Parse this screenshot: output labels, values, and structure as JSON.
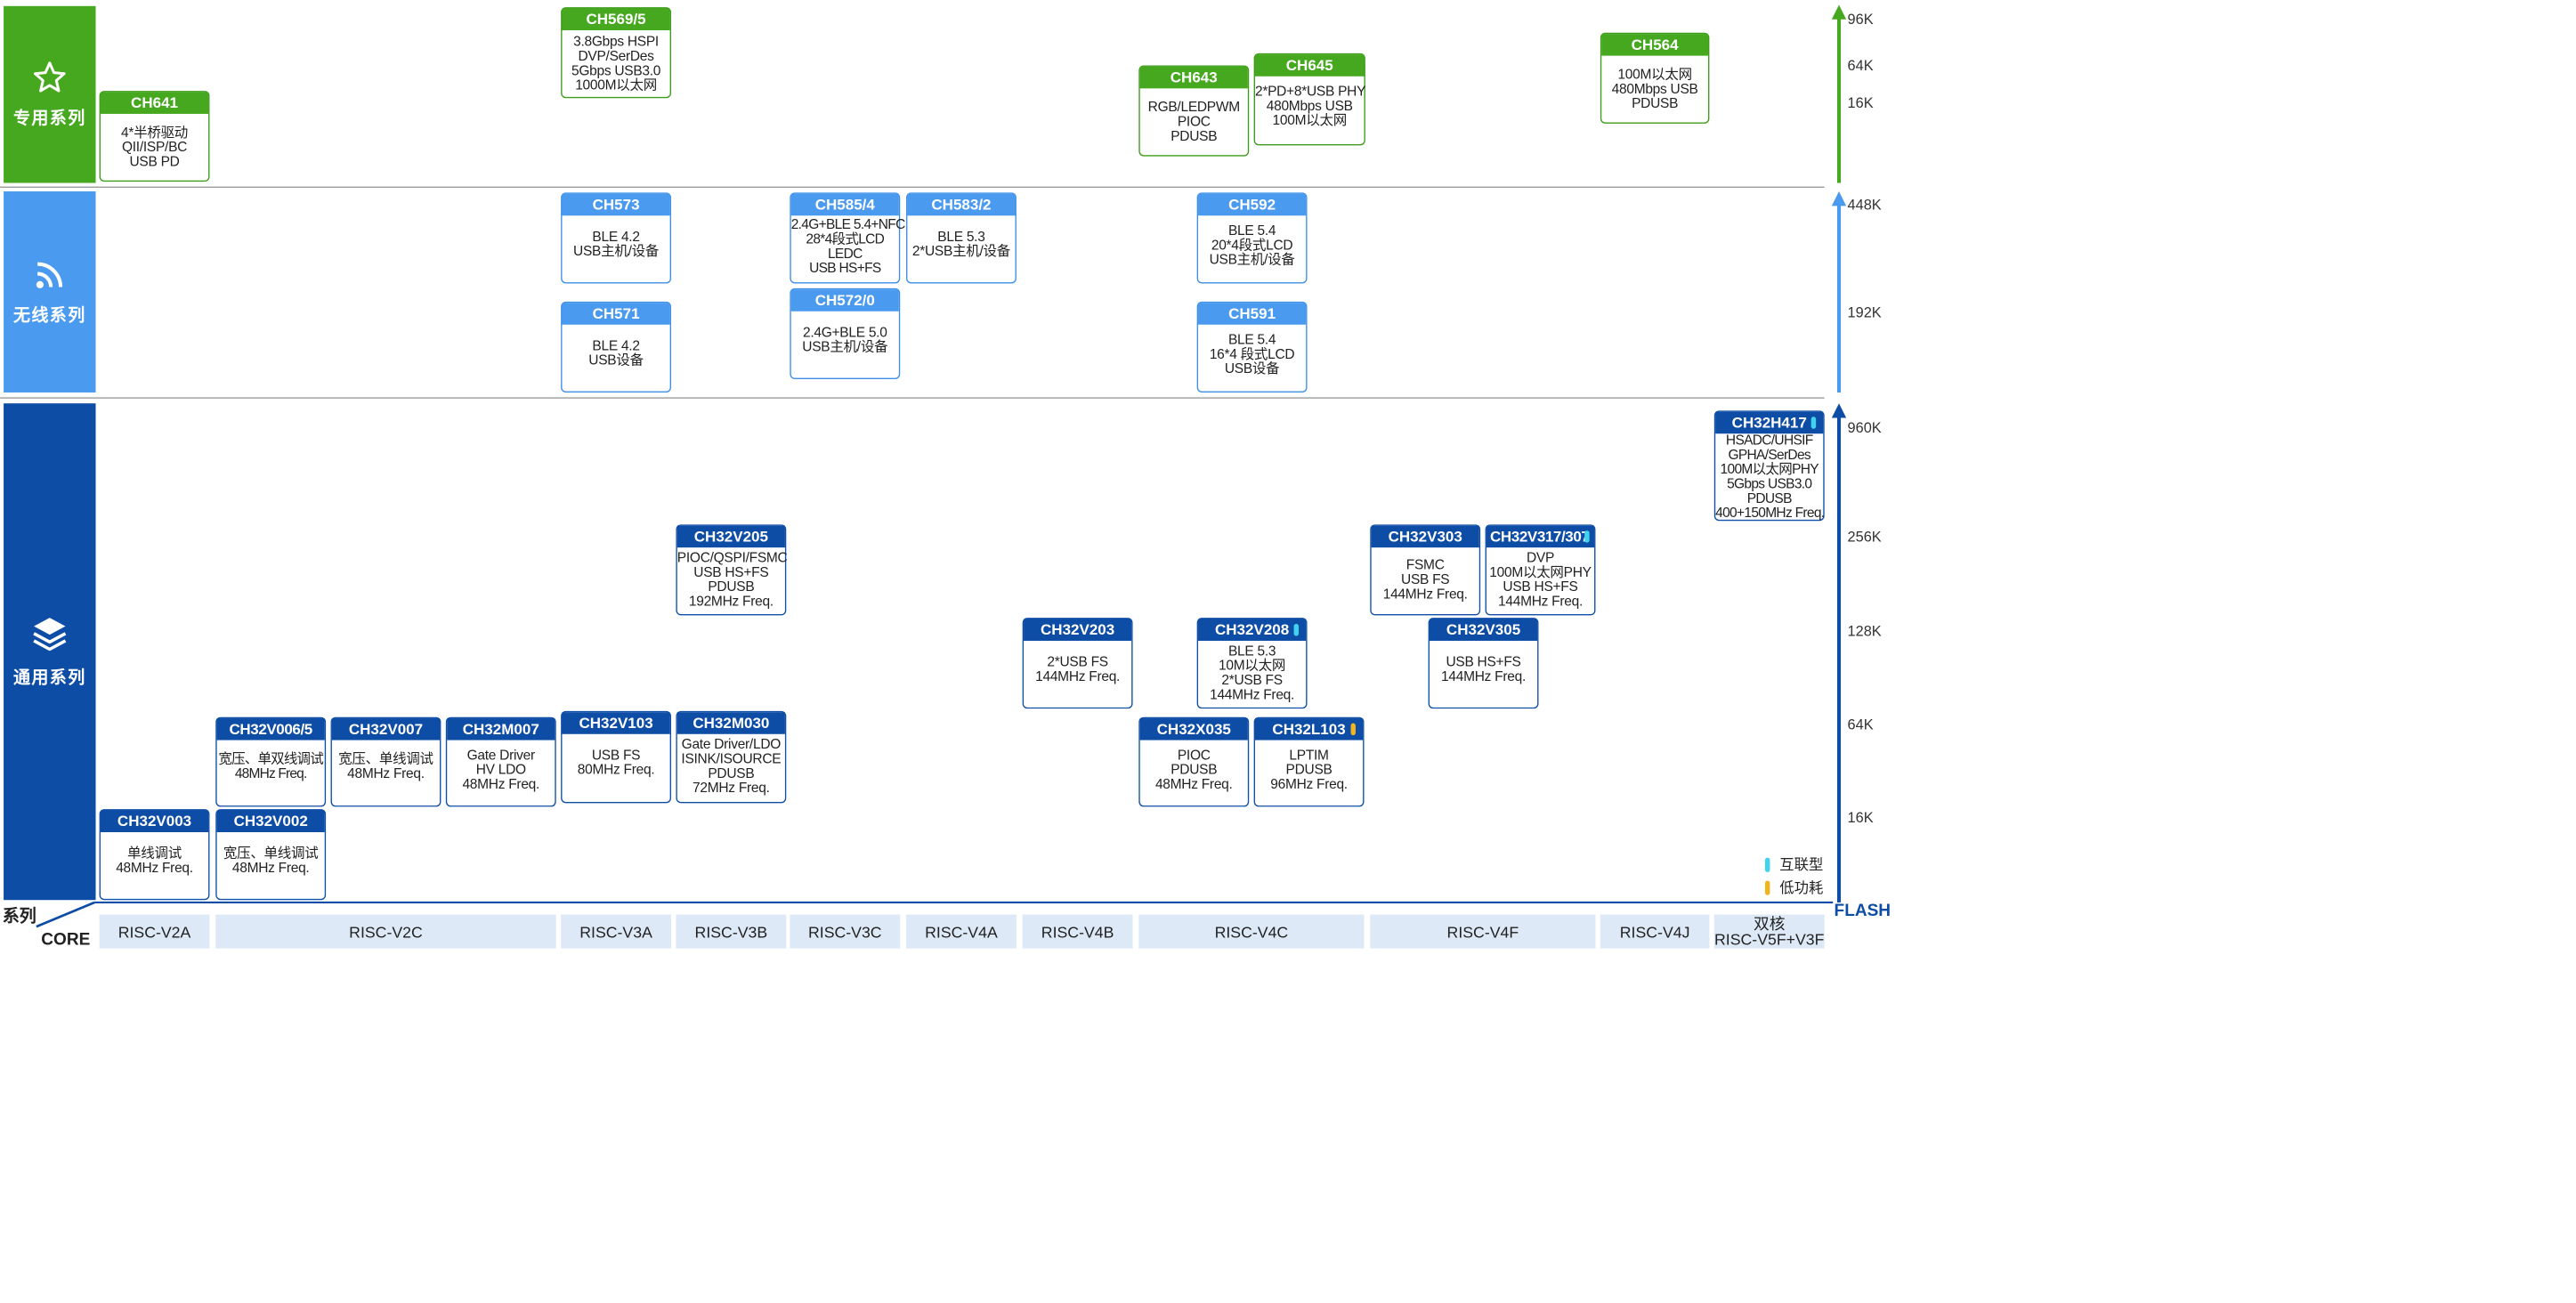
{
  "colors": {
    "dedicated": "#46a81e",
    "wireless": "#4a9af0",
    "general": "#0d4da5",
    "interconnect_flag": "#3fd3f0",
    "low_power_flag": "#f0b420"
  },
  "series": {
    "dedicated": {
      "label": "专用系列",
      "icon": "star-icon"
    },
    "wireless": {
      "label": "无线系列",
      "icon": "wireless-signal-icon"
    },
    "general": {
      "label": "通用系列",
      "icon": "layers-icon"
    }
  },
  "chips": [
    {
      "name": "CH641",
      "lines": [
        "4*半桥驱动",
        "QII/ISP/BC",
        "USB PD"
      ]
    },
    {
      "name": "CH569/5",
      "lines": [
        "3.8Gbps HSPI",
        "DVP/SerDes",
        "5Gbps USB3.0",
        "1000M以太网"
      ]
    },
    {
      "name": "CH643",
      "lines": [
        "RGB/LEDPWM",
        "PIOC",
        "PDUSB"
      ]
    },
    {
      "name": "CH645",
      "lines": [
        "2*PD+8*USB PHY",
        "480Mbps USB",
        "100M以太网"
      ]
    },
    {
      "name": "CH564",
      "lines": [
        "100M以太网",
        "480Mbps USB",
        "PDUSB"
      ]
    },
    {
      "name": "CH573",
      "lines": [
        "BLE 4.2",
        "USB主机/设备"
      ]
    },
    {
      "name": "CH585/4",
      "lines": [
        "2.4G+BLE 5.4+NFC",
        "28*4段式LCD",
        "LEDC",
        "USB HS+FS"
      ]
    },
    {
      "name": "CH583/2",
      "lines": [
        "BLE 5.3",
        "2*USB主机/设备"
      ]
    },
    {
      "name": "CH592",
      "lines": [
        "BLE 5.4",
        "20*4段式LCD",
        "USB主机/设备"
      ]
    },
    {
      "name": "CH571",
      "lines": [
        "BLE 4.2",
        "USB设备"
      ]
    },
    {
      "name": "CH572/0",
      "lines": [
        "2.4G+BLE 5.0",
        "USB主机/设备"
      ]
    },
    {
      "name": "CH591",
      "lines": [
        "BLE 5.4",
        "16*4 段式LCD",
        "USB设备"
      ]
    },
    {
      "name": "CH32H417",
      "lines": [
        "HSADC/UHSIF",
        "GPHA/SerDes",
        "100M以太网PHY",
        "5Gbps USB3.0",
        "PDUSB",
        "400+150MHz Freq."
      ]
    },
    {
      "name": "CH32V205",
      "lines": [
        "PIOC/QSPI/FSMC",
        "USB HS+FS",
        "PDUSB",
        "192MHz Freq."
      ]
    },
    {
      "name": "CH32V303",
      "lines": [
        "FSMC",
        "USB FS",
        "144MHz Freq."
      ]
    },
    {
      "name": "CH32V317/307",
      "lines": [
        "DVP",
        "100M以太网PHY",
        "USB HS+FS",
        "144MHz Freq."
      ]
    },
    {
      "name": "CH32V203",
      "lines": [
        "2*USB FS",
        "144MHz Freq."
      ]
    },
    {
      "name": "CH32V208",
      "lines": [
        "BLE 5.3",
        "10M以太网",
        "2*USB FS",
        "144MHz Freq."
      ]
    },
    {
      "name": "CH32V305",
      "lines": [
        "USB HS+FS",
        "144MHz Freq."
      ]
    },
    {
      "name": "CH32V006/5",
      "lines": [
        "宽压、单双线调试",
        "48MHz Freq."
      ]
    },
    {
      "name": "CH32V007",
      "lines": [
        "宽压、单线调试",
        "48MHz Freq."
      ]
    },
    {
      "name": "CH32M007",
      "lines": [
        "Gate Driver",
        "HV LDO",
        "48MHz Freq."
      ]
    },
    {
      "name": "CH32V103",
      "lines": [
        "USB FS",
        "80MHz Freq."
      ]
    },
    {
      "name": "CH32M030",
      "lines": [
        "Gate Driver/LDO",
        "ISINK/ISOURCE",
        "PDUSB",
        "72MHz Freq."
      ]
    },
    {
      "name": "CH32X035",
      "lines": [
        "PIOC",
        "PDUSB",
        "48MHz Freq."
      ]
    },
    {
      "name": "CH32L103",
      "lines": [
        "LPTIM",
        "PDUSB",
        "96MHz Freq."
      ]
    },
    {
      "name": "CH32V003",
      "lines": [
        "单线调试",
        "48MHz Freq."
      ]
    },
    {
      "name": "CH32V002",
      "lines": [
        "宽压、单线调试",
        "48MHz Freq."
      ]
    }
  ],
  "flash_axis": {
    "title": "FLASH",
    "dedicated_ticks": [
      "96K",
      "64K",
      "16K"
    ],
    "wireless_ticks": [
      "448K",
      "192K"
    ],
    "general_ticks": [
      "960K",
      "256K",
      "128K",
      "64K",
      "16K"
    ]
  },
  "legend": {
    "interconnect": "互联型",
    "low_power": "低功耗"
  },
  "axis_corner": {
    "series": "系列",
    "core": "CORE"
  },
  "cores": [
    "RISC-V2A",
    "RISC-V2C",
    "RISC-V3A",
    "RISC-V3B",
    "RISC-V3C",
    "RISC-V4A",
    "RISC-V4B",
    "RISC-V4C",
    "RISC-V4F",
    "RISC-V4J",
    "双核\nRISC-V5F+V3F"
  ]
}
